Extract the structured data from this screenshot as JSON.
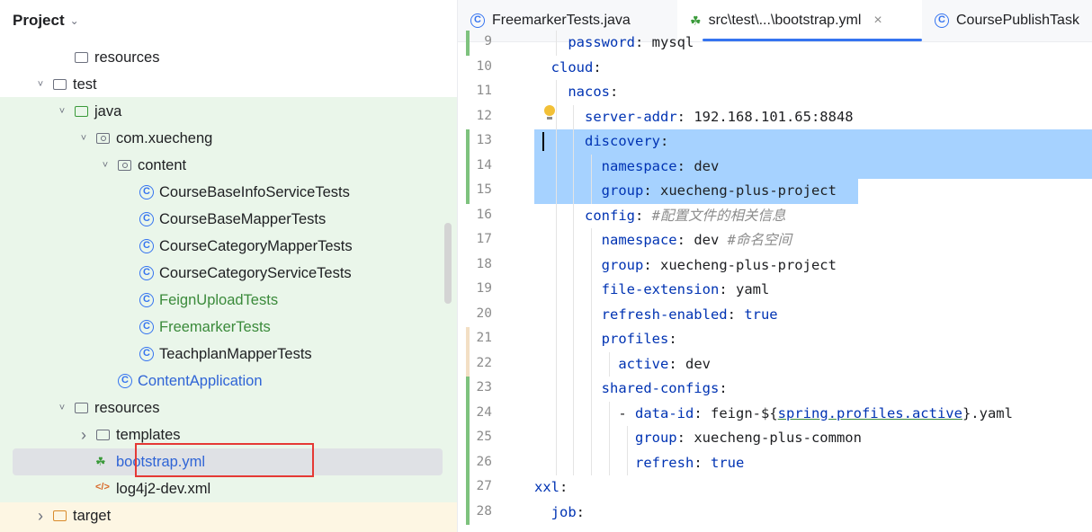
{
  "project_panel": {
    "title": "Project",
    "tree": [
      {
        "label": "resources",
        "indent": 3,
        "arrow": "",
        "icon": "resources-folder-icon",
        "color": "default"
      },
      {
        "label": "test",
        "indent": 2,
        "arrow": "down",
        "icon": "folder-icon",
        "color": "default"
      },
      {
        "label": "java",
        "indent": 3,
        "arrow": "down",
        "icon": "test-source-folder-icon",
        "color": "default"
      },
      {
        "label": "com.xuecheng",
        "indent": 4,
        "arrow": "down",
        "icon": "package-icon",
        "color": "default"
      },
      {
        "label": "content",
        "indent": 5,
        "arrow": "down",
        "icon": "package-icon",
        "color": "default"
      },
      {
        "label": "CourseBaseInfoServiceTests",
        "indent": 6,
        "arrow": "",
        "icon": "class-icon",
        "color": "default"
      },
      {
        "label": "CourseBaseMapperTests",
        "indent": 6,
        "arrow": "",
        "icon": "class-icon",
        "color": "default"
      },
      {
        "label": "CourseCategoryMapperTests",
        "indent": 6,
        "arrow": "",
        "icon": "class-icon",
        "color": "default"
      },
      {
        "label": "CourseCategoryServiceTests",
        "indent": 6,
        "arrow": "",
        "icon": "class-icon",
        "color": "default"
      },
      {
        "label": "FeignUploadTests",
        "indent": 6,
        "arrow": "",
        "icon": "class-icon",
        "color": "green"
      },
      {
        "label": "FreemarkerTests",
        "indent": 6,
        "arrow": "",
        "icon": "class-icon",
        "color": "green"
      },
      {
        "label": "TeachplanMapperTests",
        "indent": 6,
        "arrow": "",
        "icon": "class-icon",
        "color": "default"
      },
      {
        "label": "ContentApplication",
        "indent": 5,
        "arrow": "",
        "icon": "spring-class-icon",
        "color": "blue"
      },
      {
        "label": "resources",
        "indent": 3,
        "arrow": "down",
        "icon": "test-resources-folder-icon",
        "color": "default"
      },
      {
        "label": "templates",
        "indent": 4,
        "arrow": "right",
        "icon": "folder-icon",
        "color": "default"
      },
      {
        "label": "bootstrap.yml",
        "indent": 4,
        "arrow": "",
        "icon": "yaml-file-icon",
        "color": "blue"
      },
      {
        "label": "log4j2-dev.xml",
        "indent": 4,
        "arrow": "",
        "icon": "xml-file-icon",
        "color": "default"
      },
      {
        "label": "target",
        "indent": 2,
        "arrow": "right",
        "icon": "excluded-folder-icon",
        "color": "default"
      }
    ]
  },
  "tabs": [
    {
      "label": "FreemarkerTests.java",
      "icon": "class-icon",
      "active": false
    },
    {
      "label": "src\\test\\...\\bootstrap.yml",
      "icon": "yaml-file-icon",
      "active": true,
      "close": "×"
    },
    {
      "label": "CoursePublishTask",
      "icon": "class-icon",
      "active": false
    }
  ],
  "editor": {
    "lines": [
      {
        "num": "9",
        "indent": 4,
        "key": "password",
        "sep": ": ",
        "value": "mysql",
        "comment": ""
      },
      {
        "num": "10",
        "indent": 2,
        "key": "cloud",
        "sep": ":",
        "value": "",
        "comment": ""
      },
      {
        "num": "11",
        "indent": 4,
        "key": "nacos",
        "sep": ":",
        "value": "",
        "comment": ""
      },
      {
        "num": "12",
        "indent": 6,
        "key": "server-addr",
        "sep": ": ",
        "value": "192.168.101.65:8848",
        "comment": ""
      },
      {
        "num": "13",
        "indent": 6,
        "key": "discovery",
        "sep": ":",
        "value": "",
        "comment": ""
      },
      {
        "num": "14",
        "indent": 8,
        "key": "namespace",
        "sep": ": ",
        "value": "dev",
        "comment": ""
      },
      {
        "num": "15",
        "indent": 8,
        "key": "group",
        "sep": ": ",
        "value": "xuecheng-plus-project",
        "comment": ""
      },
      {
        "num": "16",
        "indent": 6,
        "key": "config",
        "sep": ": ",
        "value": "",
        "comment": "#配置文件的相关信息"
      },
      {
        "num": "17",
        "indent": 8,
        "key": "namespace",
        "sep": ": ",
        "value": "dev ",
        "comment": "#命名空间"
      },
      {
        "num": "18",
        "indent": 8,
        "key": "group",
        "sep": ": ",
        "value": "xuecheng-plus-project",
        "comment": ""
      },
      {
        "num": "19",
        "indent": 8,
        "key": "file-extension",
        "sep": ": ",
        "value": "yaml",
        "comment": ""
      },
      {
        "num": "20",
        "indent": 8,
        "key": "refresh-enabled",
        "sep": ": ",
        "value": "true",
        "comment": "",
        "value_kw": true
      },
      {
        "num": "21",
        "indent": 8,
        "key": "profiles",
        "sep": ":",
        "value": "",
        "comment": ""
      },
      {
        "num": "22",
        "indent": 10,
        "key": "active",
        "sep": ": ",
        "value": "dev",
        "comment": ""
      },
      {
        "num": "23",
        "indent": 8,
        "key": "shared-configs",
        "sep": ":",
        "value": "",
        "comment": ""
      },
      {
        "num": "24",
        "indent": 10,
        "key": "- data-id",
        "sep": ": ",
        "value": "feign-${spring.profiles.active}.yaml",
        "comment": ""
      },
      {
        "num": "25",
        "indent": 12,
        "key": "group",
        "sep": ": ",
        "value": "xuecheng-plus-common",
        "comment": ""
      },
      {
        "num": "26",
        "indent": 12,
        "key": "refresh",
        "sep": ": ",
        "value": "true",
        "comment": "",
        "value_kw": true
      },
      {
        "num": "27",
        "indent": 0,
        "key": "xxl",
        "sep": ":",
        "value": "",
        "comment": ""
      },
      {
        "num": "28",
        "indent": 2,
        "key": "job",
        "sep": ":",
        "value": "",
        "comment": ""
      }
    ]
  },
  "colors": {
    "key": "#0033b3",
    "selection": "#a6d2ff",
    "accent": "#3574f0",
    "highlight_border": "#e53935"
  }
}
